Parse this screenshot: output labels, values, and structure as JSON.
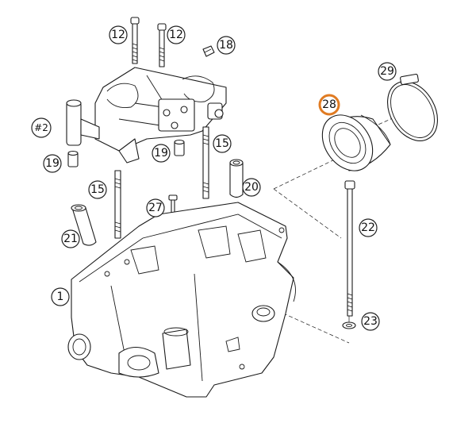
{
  "highlight_color": "#e07b22",
  "callouts": [
    {
      "id": "c12a",
      "label": "12"
    },
    {
      "id": "c12b",
      "label": "12"
    },
    {
      "id": "c18",
      "label": "18"
    },
    {
      "id": "c2",
      "label": "#2"
    },
    {
      "id": "c19a",
      "label": "19"
    },
    {
      "id": "c19b",
      "label": "19"
    },
    {
      "id": "c15a",
      "label": "15"
    },
    {
      "id": "c15b",
      "label": "15"
    },
    {
      "id": "c20",
      "label": "20"
    },
    {
      "id": "c27",
      "label": "27"
    },
    {
      "id": "c21",
      "label": "21"
    },
    {
      "id": "c1",
      "label": "1"
    },
    {
      "id": "c28",
      "label": "28",
      "highlight": true
    },
    {
      "id": "c29",
      "label": "29"
    },
    {
      "id": "c22",
      "label": "22"
    },
    {
      "id": "c23",
      "label": "23"
    }
  ]
}
